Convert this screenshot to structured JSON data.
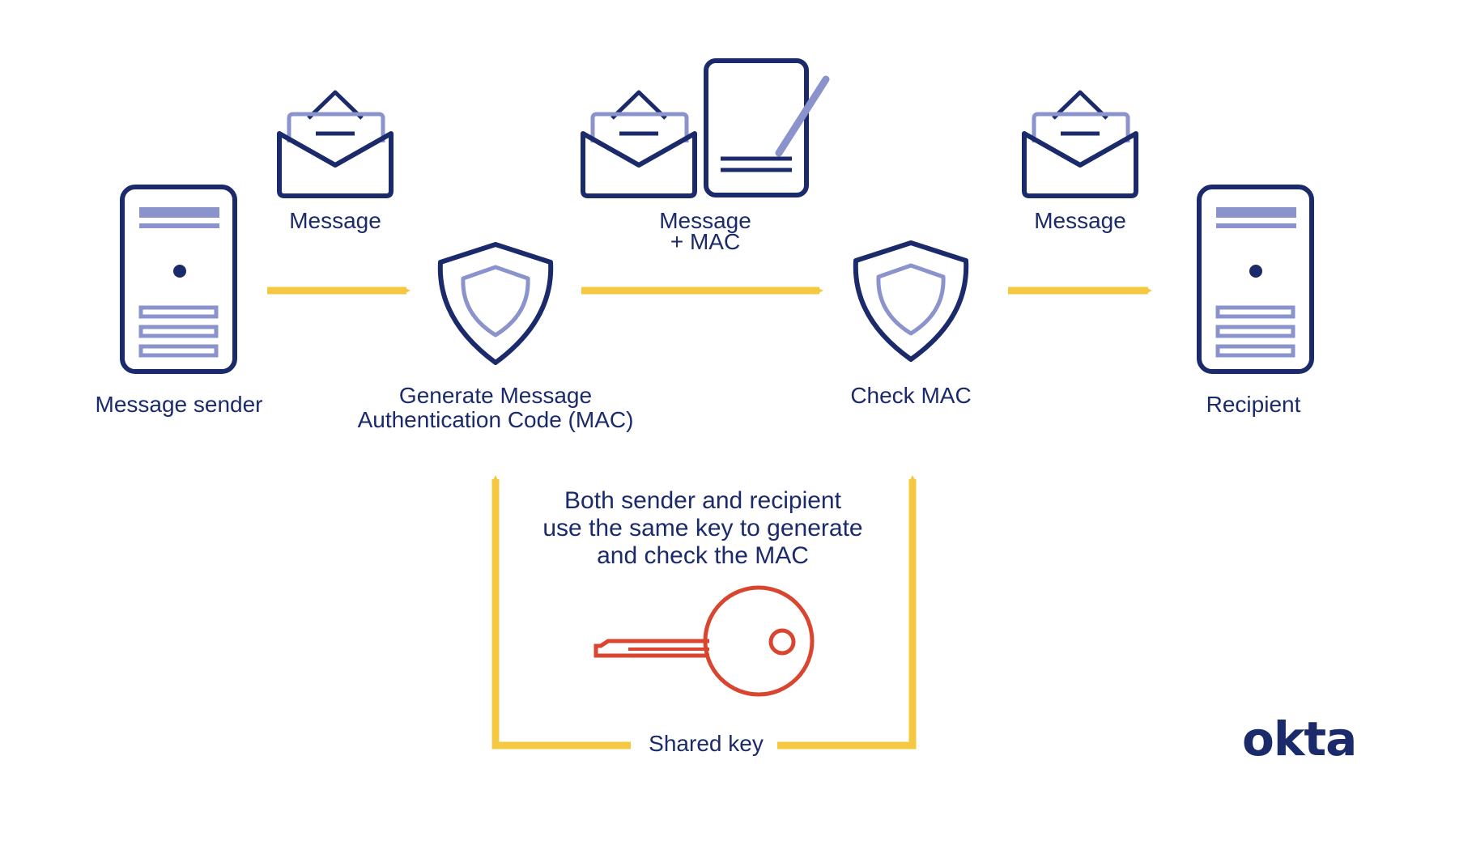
{
  "labels": {
    "sender": "Message sender",
    "message_left": "Message",
    "generate_line1": "Generate Message",
    "generate_line2": "Authentication Code (MAC)",
    "message_mac_line1": "Message",
    "message_mac_line2": "+ MAC",
    "check": "Check MAC",
    "message_right": "Message",
    "recipient": "Recipient",
    "note_line1": "Both sender and recipient",
    "note_line2": "use the same key to generate",
    "note_line3": "and check the MAC",
    "shared_key": "Shared key"
  },
  "logo": "okta",
  "icons": {
    "sender": "server-icon",
    "recipient": "server-icon",
    "message_left": "envelope-icon",
    "message_center": "envelope-icon",
    "document": "signed-document-icon",
    "message_right": "envelope-icon",
    "generate": "shield-icon",
    "check": "shield-icon",
    "key": "key-icon"
  },
  "colors": {
    "navy": "#1b2a6b",
    "lavender": "#8a93cc",
    "arrow_yellow": "#f5c842",
    "key_red": "#d9452f"
  }
}
